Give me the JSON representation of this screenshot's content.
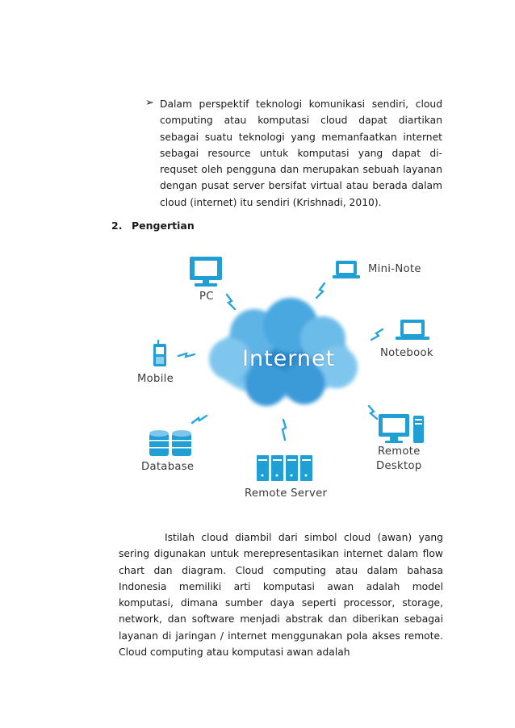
{
  "bullet": {
    "text": "Dalam perspektif teknologi komunikasi sendiri, cloud computing atau komputasi cloud dapat diartikan sebagai suatu teknologi yang memanfaatkan internet sebagai resource untuk komputasi yang dapat di-requset oleh pengguna dan merupakan sebuah layanan dengan pusat server bersifat virtual atau berada dalam cloud (internet) itu sendiri (Krishnadi, 2010)."
  },
  "section": {
    "number": "2.",
    "title": "Pengertian"
  },
  "diagram": {
    "center": "Internet",
    "nodes": {
      "pc": "PC",
      "mini_note": "Mini-Note",
      "notebook": "Notebook",
      "mobile": "Mobile",
      "remote_desktop_line1": "Remote",
      "remote_desktop_line2": "Desktop",
      "database": "Database",
      "remote_server": "Remote Server"
    },
    "icon_color": "#1f9fd3"
  },
  "paragraph": {
    "text": "Istilah cloud diambil dari simbol cloud (awan) yang sering digunakan untuk merepresentasikan internet dalam flow chart dan diagram. Cloud computing atau dalam bahasa Indonesia memiliki arti komputasi awan adalah model komputasi, dimana sumber daya seperti processor, storage, network, dan software menjadi abstrak dan diberikan sebagai layanan di jaringan / internet menggunakan pola akses remote. Cloud computing atau komputasi awan adalah"
  }
}
